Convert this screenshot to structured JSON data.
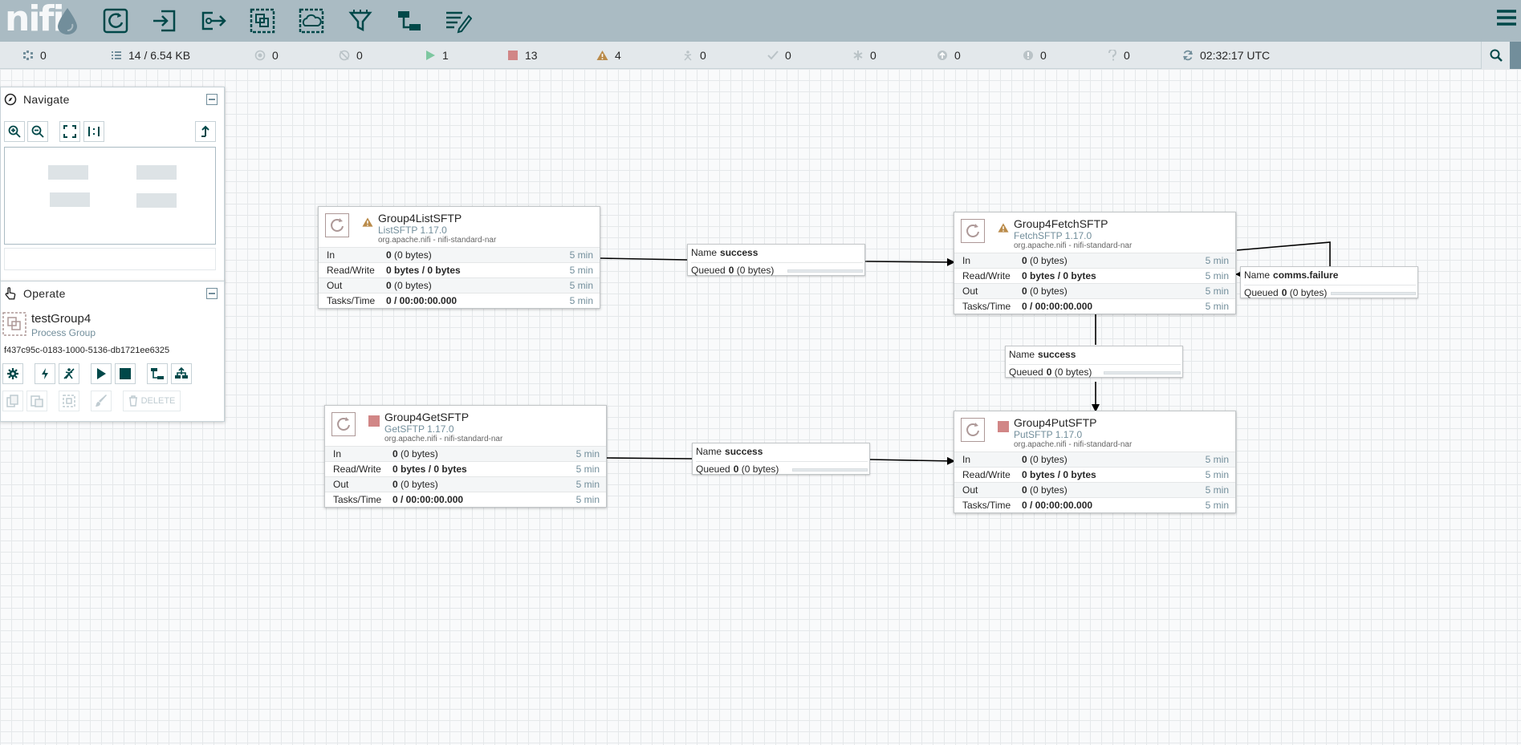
{
  "app": {
    "logo_text": "nifi"
  },
  "toolbar": {
    "items": [
      "processor",
      "input-port",
      "output-port",
      "process-group",
      "remote-process-group",
      "funnel",
      "template",
      "label"
    ]
  },
  "status": {
    "active_threads": "0",
    "queued": "14 / 6.54 KB",
    "transmitting": "0",
    "not_transmitting": "0",
    "running": "1",
    "stopped": "13",
    "invalid": "4",
    "disabled": "0",
    "up_to_date": "0",
    "locally_modified": "0",
    "stale": "0",
    "locally_modified_stale": "0",
    "sync_failure": "0",
    "time": "02:32:17 UTC"
  },
  "navigate": {
    "title": "Navigate"
  },
  "operate": {
    "title": "Operate",
    "component_name": "testGroup4",
    "component_type": "Process Group",
    "component_id": "f437c95c-0183-1000-5136-db1721ee6325",
    "delete_label": "DELETE"
  },
  "labels": {
    "in": "In",
    "rw": "Read/Write",
    "out": "Out",
    "tasks": "Tasks/Time",
    "name": "Name",
    "queued": "Queued"
  },
  "processors": [
    {
      "name": "Group4ListSFTP",
      "type": "ListSFTP 1.17.0",
      "bundle": "org.apache.nifi - nifi-standard-nar",
      "in_count": "0",
      "in_bytes": "(0 bytes)",
      "rw": "0 bytes / 0 bytes",
      "out_count": "0",
      "out_bytes": "(0 bytes)",
      "tasks": "0 / 00:00:00.000",
      "window": "5 min"
    },
    {
      "name": "Group4FetchSFTP",
      "type": "FetchSFTP 1.17.0",
      "bundle": "org.apache.nifi - nifi-standard-nar",
      "in_count": "0",
      "in_bytes": "(0 bytes)",
      "rw": "0 bytes / 0 bytes",
      "out_count": "0",
      "out_bytes": "(0 bytes)",
      "tasks": "0 / 00:00:00.000",
      "window": "5 min"
    },
    {
      "name": "Group4GetSFTP",
      "type": "GetSFTP 1.17.0",
      "bundle": "org.apache.nifi - nifi-standard-nar",
      "in_count": "0",
      "in_bytes": "(0 bytes)",
      "rw": "0 bytes / 0 bytes",
      "out_count": "0",
      "out_bytes": "(0 bytes)",
      "tasks": "0 / 00:00:00.000",
      "window": "5 min"
    },
    {
      "name": "Group4PutSFTP",
      "type": "PutSFTP 1.17.0",
      "bundle": "org.apache.nifi - nifi-standard-nar",
      "in_count": "0",
      "in_bytes": "(0 bytes)",
      "rw": "0 bytes / 0 bytes",
      "out_count": "0",
      "out_bytes": "(0 bytes)",
      "tasks": "0 / 00:00:00.000",
      "window": "5 min"
    }
  ],
  "connections": [
    {
      "name": "success",
      "queued_count": "0",
      "queued_bytes": "(0 bytes)"
    },
    {
      "name": "comms.failure",
      "queued_count": "0",
      "queued_bytes": "(0 bytes)"
    },
    {
      "name": "success",
      "queued_count": "0",
      "queued_bytes": "(0 bytes)"
    },
    {
      "name": "success",
      "queued_count": "0",
      "queued_bytes": "(0 bytes)"
    }
  ],
  "colors": {
    "header": "#aabbc3",
    "accent": "#004849",
    "warning": "#ba8b4a",
    "stopped": "#d18686",
    "running": "#7dc7a0"
  }
}
